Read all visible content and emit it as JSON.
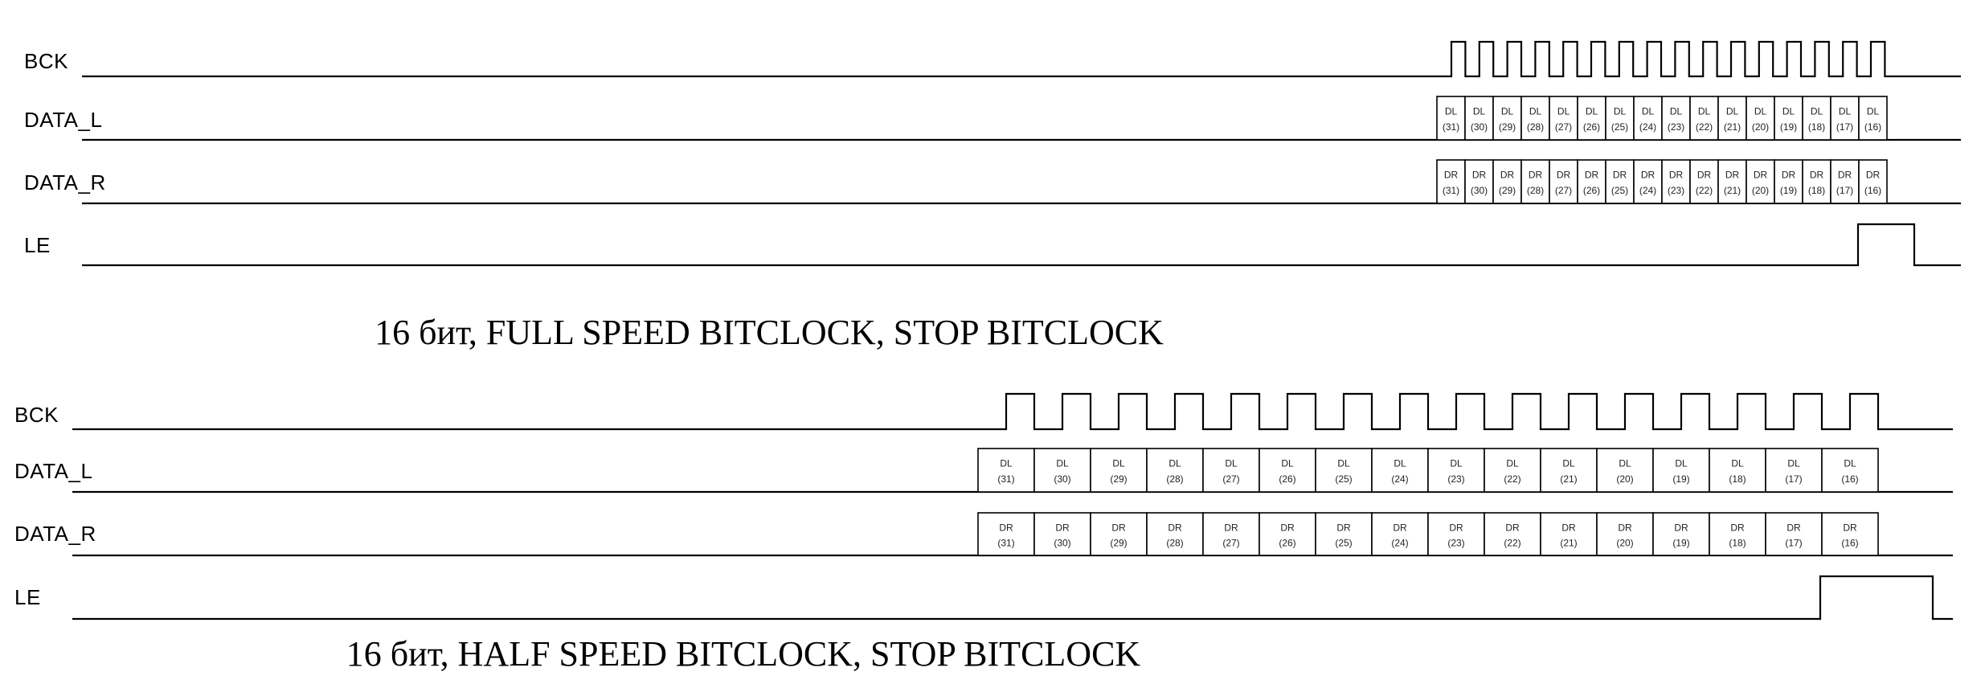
{
  "panels": [
    {
      "id": "full",
      "signals": {
        "bck": "BCK",
        "data_l": "DATA_L",
        "data_r": "DATA_R",
        "le": "LE"
      },
      "data_l_cells": [
        {
          "name": "DL",
          "bit": "(31)"
        },
        {
          "name": "DL",
          "bit": "(30)"
        },
        {
          "name": "DL",
          "bit": "(29)"
        },
        {
          "name": "DL",
          "bit": "(28)"
        },
        {
          "name": "DL",
          "bit": "(27)"
        },
        {
          "name": "DL",
          "bit": "(26)"
        },
        {
          "name": "DL",
          "bit": "(25)"
        },
        {
          "name": "DL",
          "bit": "(24)"
        },
        {
          "name": "DL",
          "bit": "(23)"
        },
        {
          "name": "DL",
          "bit": "(22)"
        },
        {
          "name": "DL",
          "bit": "(21)"
        },
        {
          "name": "DL",
          "bit": "(20)"
        },
        {
          "name": "DL",
          "bit": "(19)"
        },
        {
          "name": "DL",
          "bit": "(18)"
        },
        {
          "name": "DL",
          "bit": "(17)"
        },
        {
          "name": "DL",
          "bit": "(16)"
        }
      ],
      "data_r_cells": [
        {
          "name": "DR",
          "bit": "(31)"
        },
        {
          "name": "DR",
          "bit": "(30)"
        },
        {
          "name": "DR",
          "bit": "(29)"
        },
        {
          "name": "DR",
          "bit": "(28)"
        },
        {
          "name": "DR",
          "bit": "(27)"
        },
        {
          "name": "DR",
          "bit": "(26)"
        },
        {
          "name": "DR",
          "bit": "(25)"
        },
        {
          "name": "DR",
          "bit": "(24)"
        },
        {
          "name": "DR",
          "bit": "(23)"
        },
        {
          "name": "DR",
          "bit": "(22)"
        },
        {
          "name": "DR",
          "bit": "(21)"
        },
        {
          "name": "DR",
          "bit": "(20)"
        },
        {
          "name": "DR",
          "bit": "(19)"
        },
        {
          "name": "DR",
          "bit": "(18)"
        },
        {
          "name": "DR",
          "bit": "(17)"
        },
        {
          "name": "DR",
          "bit": "(16)"
        }
      ],
      "caption": "16 бит, FULL SPEED BITCLOCK, STOP BITCLOCK"
    },
    {
      "id": "half",
      "signals": {
        "bck": "BCK",
        "data_l": "DATA_L",
        "data_r": "DATA_R",
        "le": "LE"
      },
      "data_l_cells": [
        {
          "name": "DL",
          "bit": "(31)"
        },
        {
          "name": "DL",
          "bit": "(30)"
        },
        {
          "name": "DL",
          "bit": "(29)"
        },
        {
          "name": "DL",
          "bit": "(28)"
        },
        {
          "name": "DL",
          "bit": "(27)"
        },
        {
          "name": "DL",
          "bit": "(26)"
        },
        {
          "name": "DL",
          "bit": "(25)"
        },
        {
          "name": "DL",
          "bit": "(24)"
        },
        {
          "name": "DL",
          "bit": "(23)"
        },
        {
          "name": "DL",
          "bit": "(22)"
        },
        {
          "name": "DL",
          "bit": "(21)"
        },
        {
          "name": "DL",
          "bit": "(20)"
        },
        {
          "name": "DL",
          "bit": "(19)"
        },
        {
          "name": "DL",
          "bit": "(18)"
        },
        {
          "name": "DL",
          "bit": "(17)"
        },
        {
          "name": "DL",
          "bit": "(16)"
        }
      ],
      "data_r_cells": [
        {
          "name": "DR",
          "bit": "(31)"
        },
        {
          "name": "DR",
          "bit": "(30)"
        },
        {
          "name": "DR",
          "bit": "(29)"
        },
        {
          "name": "DR",
          "bit": "(28)"
        },
        {
          "name": "DR",
          "bit": "(27)"
        },
        {
          "name": "DR",
          "bit": "(26)"
        },
        {
          "name": "DR",
          "bit": "(25)"
        },
        {
          "name": "DR",
          "bit": "(24)"
        },
        {
          "name": "DR",
          "bit": "(23)"
        },
        {
          "name": "DR",
          "bit": "(22)"
        },
        {
          "name": "DR",
          "bit": "(21)"
        },
        {
          "name": "DR",
          "bit": "(20)"
        },
        {
          "name": "DR",
          "bit": "(19)"
        },
        {
          "name": "DR",
          "bit": "(18)"
        },
        {
          "name": "DR",
          "bit": "(17)"
        },
        {
          "name": "DR",
          "bit": "(16)"
        }
      ],
      "caption": "16 бит, HALF SPEED BITCLOCK, STOP BITCLOCK"
    }
  ]
}
